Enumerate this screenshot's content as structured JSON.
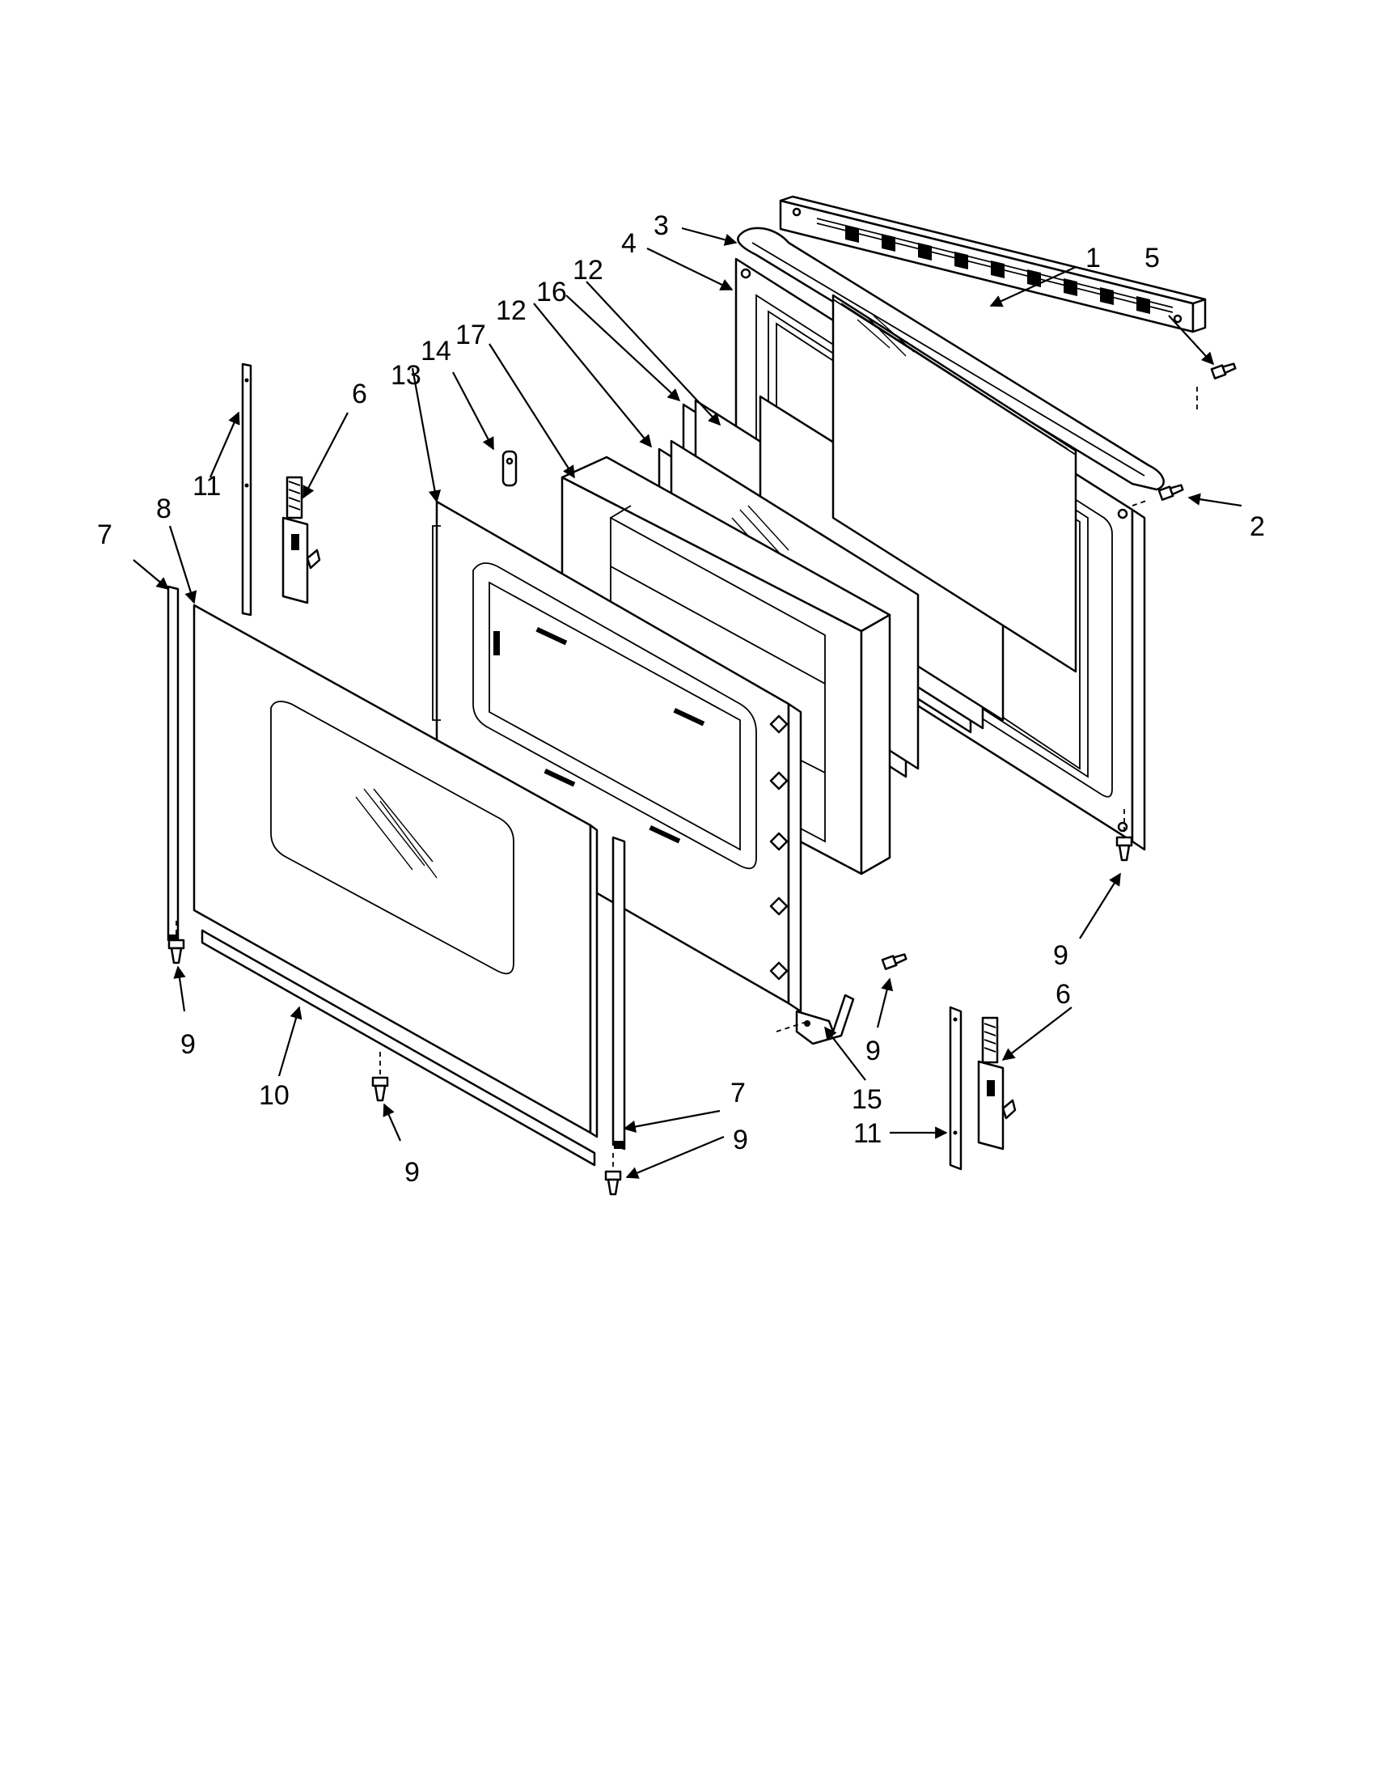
{
  "diagram": {
    "callouts": [
      {
        "id": "c1",
        "text": "1"
      },
      {
        "id": "c2",
        "text": "2"
      },
      {
        "id": "c3",
        "text": "3"
      },
      {
        "id": "c4",
        "text": "4"
      },
      {
        "id": "c5",
        "text": "5"
      },
      {
        "id": "c6a",
        "text": "6"
      },
      {
        "id": "c6b",
        "text": "6"
      },
      {
        "id": "c7a",
        "text": "7"
      },
      {
        "id": "c7b",
        "text": "7"
      },
      {
        "id": "c8",
        "text": "8"
      },
      {
        "id": "c9a",
        "text": "9"
      },
      {
        "id": "c9b",
        "text": "9"
      },
      {
        "id": "c9c",
        "text": "9"
      },
      {
        "id": "c9d",
        "text": "9"
      },
      {
        "id": "c9e",
        "text": "9"
      },
      {
        "id": "c10",
        "text": "10"
      },
      {
        "id": "c11a",
        "text": "11"
      },
      {
        "id": "c11b",
        "text": "11"
      },
      {
        "id": "c12a",
        "text": "12"
      },
      {
        "id": "c12b",
        "text": "12"
      },
      {
        "id": "c13",
        "text": "13"
      },
      {
        "id": "c14",
        "text": "14"
      },
      {
        "id": "c15",
        "text": "15"
      },
      {
        "id": "c16",
        "text": "16"
      },
      {
        "id": "c17",
        "text": "17"
      }
    ]
  }
}
